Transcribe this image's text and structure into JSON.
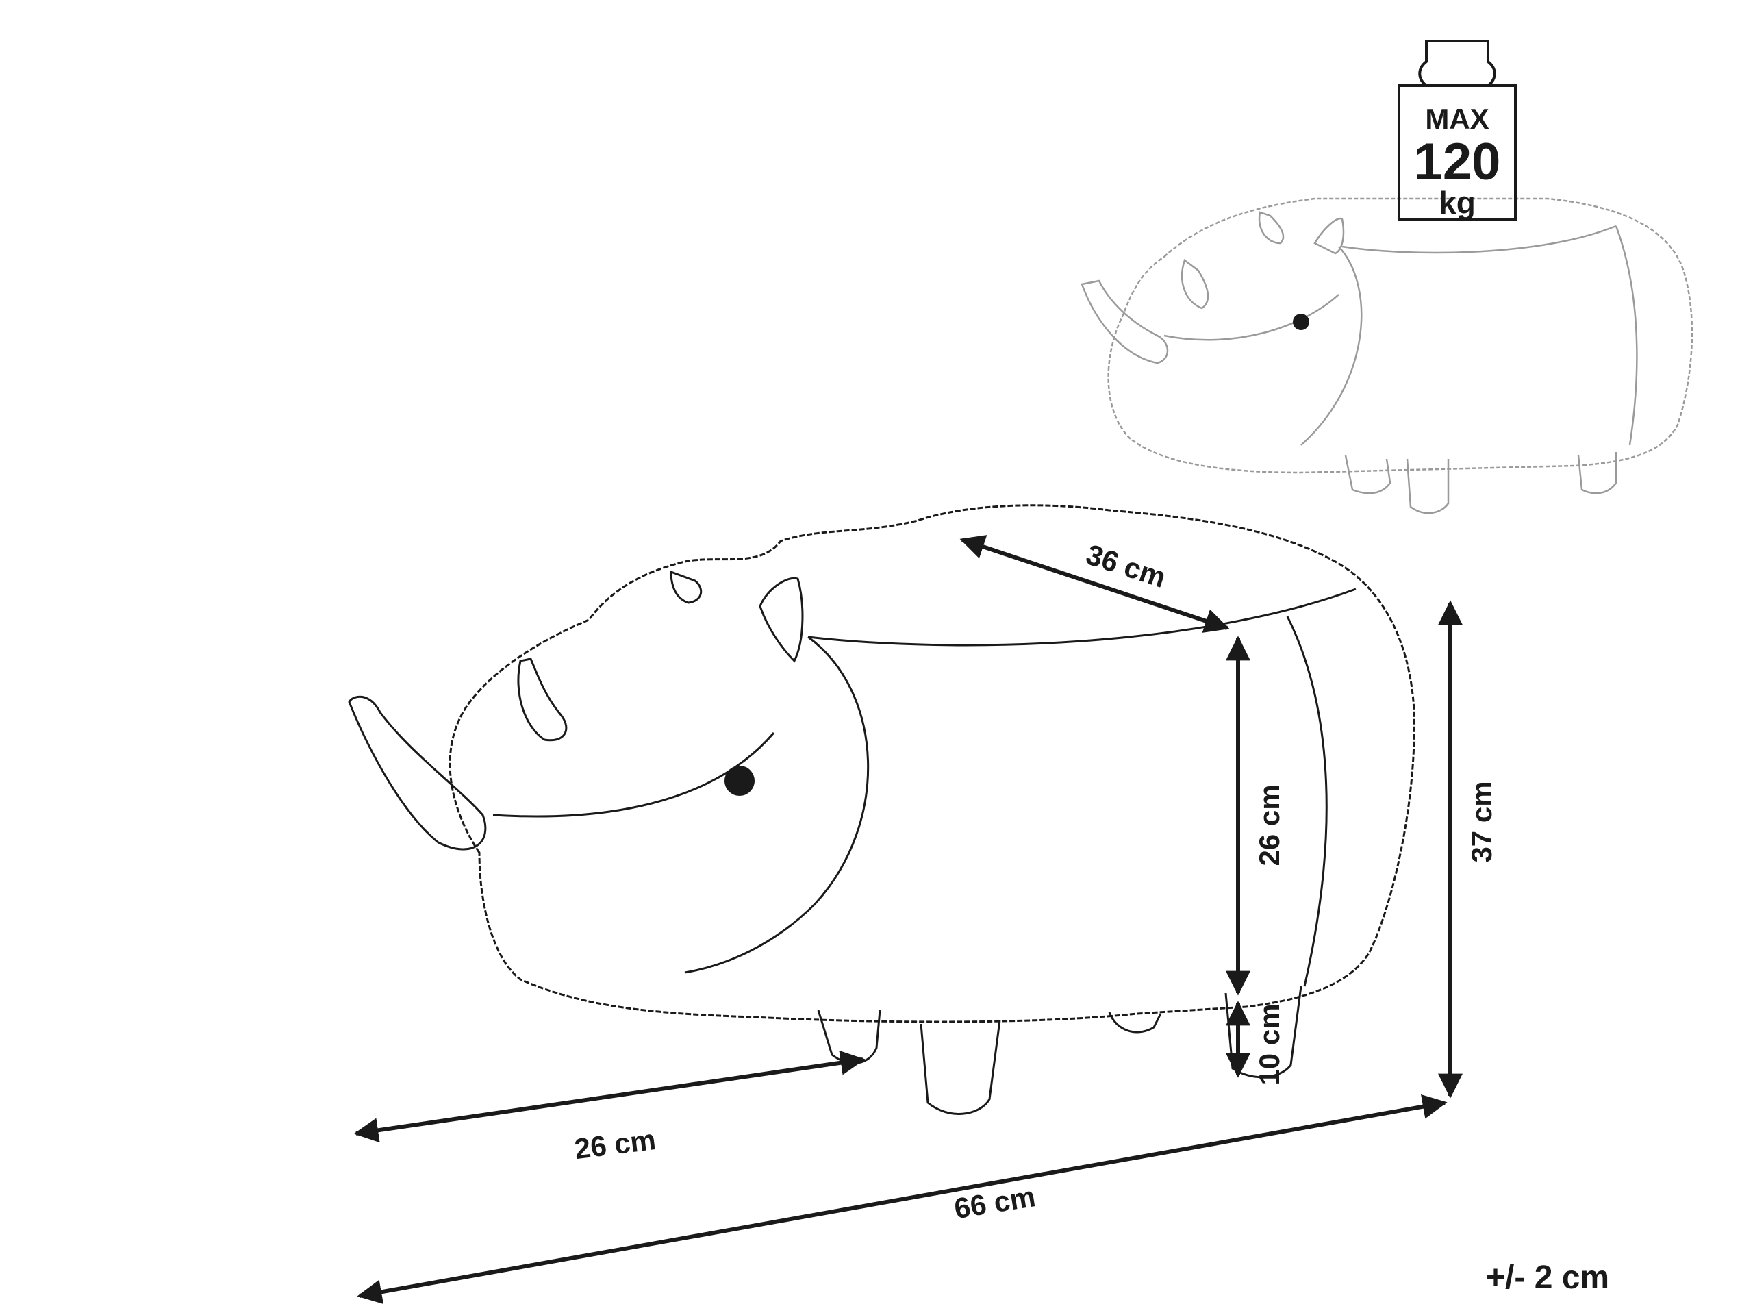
{
  "weight": {
    "max": "MAX",
    "value": "120",
    "unit": "kg"
  },
  "dimensions": {
    "top_width": "36 cm",
    "body_height": "26 cm",
    "total_height": "37 cm",
    "leg_height": "10 cm",
    "depth": "26 cm",
    "length": "66 cm"
  },
  "tolerance": "+/- 2 cm",
  "colors": {
    "line": "#1a1a1a",
    "thin_line": "#9a9a9a"
  }
}
